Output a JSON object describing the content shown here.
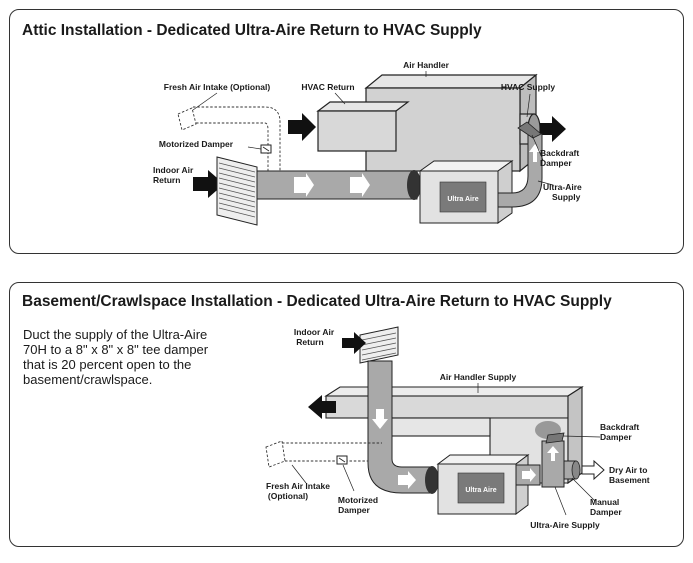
{
  "attic": {
    "title_main": "Attic Installation",
    "title_sep": " - ",
    "title_sub": "Dedicated Ultra-Aire Return to HVAC Supply",
    "labels": {
      "air_handler": "Air Handler",
      "fresh_air_intake": "Fresh Air Intake (Optional)",
      "hvac_return": "HVAC Return",
      "hvac_supply": "HVAC Supply",
      "motorized_damper": "Motorized Damper",
      "backdraft_damper_1": "Backdraft",
      "backdraft_damper_2": "Damper",
      "indoor_air_return_1": "Indoor Air",
      "indoor_air_return_2": "Return",
      "ultra_aire_supply_1": "Ultra-Aire",
      "ultra_aire_supply_2": "Supply",
      "unit_brand": "Ultra Aire"
    }
  },
  "basement": {
    "title_main": "Basement/Crawlspace Installation",
    "title_sep": " - ",
    "title_sub": "Dedicated Ultra-Aire Return to HVAC Supply",
    "description": "Duct the supply of the Ultra-Aire 70H to a 8\" x 8\" x 8\" tee damper that is 20 percent open to the basement/crawlspace.",
    "labels": {
      "indoor_air_return_1": "Indoor Air",
      "indoor_air_return_2": "Return",
      "air_handler_supply": "Air Handler Supply",
      "backdraft_damper_1": "Backdraft",
      "backdraft_damper_2": "Damper",
      "dry_air_1": "Dry Air to",
      "dry_air_2": "Basement",
      "fresh_air_intake_1": "Fresh Air Intake",
      "fresh_air_intake_2": "(Optional)",
      "motorized_damper_1": "Motorized",
      "motorized_damper_2": "Damper",
      "manual_damper_1": "Manual",
      "manual_damper_2": "Damper",
      "ultra_aire_supply": "Ultra-Aire Supply",
      "unit_brand": "Ultra Aire"
    }
  }
}
